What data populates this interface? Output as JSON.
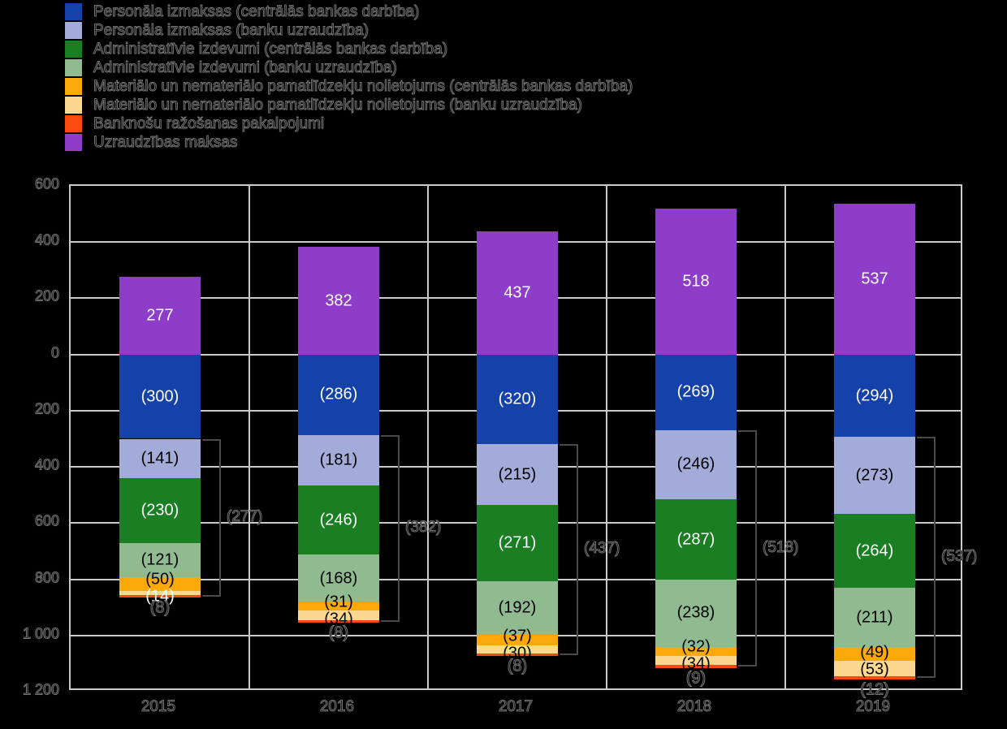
{
  "legend": {
    "items": [
      {
        "label": "Personāla izmaksas (centrālās bankas darbība)",
        "color": "#1542a9"
      },
      {
        "label": "Personāla izmaksas (banku uzraudzība)",
        "color": "#a3abd9"
      },
      {
        "label": "Administratīvie izdevumi (centrālās bankas darbība)",
        "color": "#1a7e22"
      },
      {
        "label": "Administratīvie izdevumi (banku uzraudzība)",
        "color": "#90ba90"
      },
      {
        "label": "Materiālo un nemateriālo pamatlīdzekļu nolietojums (centrālās bankas darbība)",
        "color": "#fba80a"
      },
      {
        "label": "Materiālo un nemateriālo pamatlīdzekļu nolietojums (banku uzraudzība)",
        "color": "#fcd88f"
      },
      {
        "label": "Banknošu ražošanas pakalpojumi",
        "color": "#f94a10"
      },
      {
        "label": "Uzraudzības maksas",
        "color": "#8d3dc8"
      }
    ]
  },
  "chart_data": {
    "type": "bar",
    "subtype": "stacked-diverging",
    "x": [
      "2015",
      "2016",
      "2017",
      "2018",
      "2019"
    ],
    "income_series": {
      "name": "Uzraudzības maksas",
      "color": "#8d3dc8",
      "label_color": "#ffffff",
      "values": [
        277,
        382,
        437,
        518,
        537
      ]
    },
    "cost_series": [
      {
        "name": "Personāla izmaksas (centrālās bankas darbība)",
        "color": "#1542a9",
        "label_color": "#ffffff",
        "values": [
          300,
          286,
          320,
          269,
          294
        ]
      },
      {
        "name": "Personāla izmaksas (banku uzraudzība)",
        "color": "#a3abd9",
        "label_color": "#000000",
        "values": [
          141,
          181,
          215,
          246,
          273
        ]
      },
      {
        "name": "Administratīvie izdevumi (centrālās bankas darbība)",
        "color": "#1a7e22",
        "label_color": "#ffffff",
        "values": [
          230,
          246,
          271,
          287,
          264
        ]
      },
      {
        "name": "Administratīvie izdevumi (banku uzraudzība)",
        "color": "#90ba90",
        "label_color": "#000000",
        "values": [
          121,
          168,
          192,
          238,
          211
        ]
      },
      {
        "name": "Materiālo un nemateriālo pamatlīdzekļu nolietojums (centrālās bankas darbība)",
        "color": "#fba80a",
        "label_color": "#000000",
        "values": [
          50,
          31,
          37,
          32,
          49
        ]
      },
      {
        "name": "Materiālo un nemateriālo pamatlīdzekļu nolietojums (banku uzraudzība)",
        "color": "#fcd88f",
        "label_color": "#000000",
        "label_color_overrides": {
          "0": "#ffffff"
        },
        "values": [
          14,
          34,
          30,
          34,
          53
        ]
      },
      {
        "name": "Banknošu ražošanas pakalpojumi",
        "color": "#f94a10",
        "label_color": "#000000",
        "label_outside": true,
        "values": [
          8,
          8,
          8,
          9,
          12
        ]
      }
    ],
    "cost_label_format": "parentheses",
    "bracket_labels": [
      "(277)",
      "(382)",
      "(437)",
      "(518)",
      "(537)"
    ],
    "y_ticks": [
      {
        "value": 600,
        "label": "600"
      },
      {
        "value": 400,
        "label": "400"
      },
      {
        "value": 200,
        "label": "200"
      },
      {
        "value": 0,
        "label": "0"
      },
      {
        "value": -200,
        "label": "200"
      },
      {
        "value": -400,
        "label": "400"
      },
      {
        "value": -600,
        "label": "600"
      },
      {
        "value": -800,
        "label": "800"
      },
      {
        "value": -1000,
        "label": "1 000"
      },
      {
        "value": -1200,
        "label": "1 200"
      }
    ],
    "ylim": [
      -1200,
      600
    ],
    "grid": true,
    "legend_position": "top-left",
    "colors": {
      "background": "#000000",
      "gridline": "#c9c9c9",
      "bracket": "#4a4a4a"
    }
  }
}
